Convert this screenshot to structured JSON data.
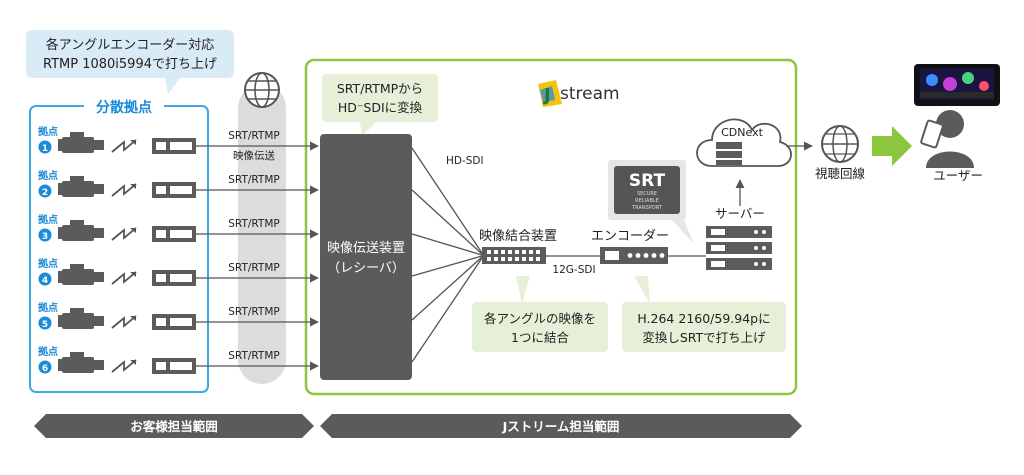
{
  "callouts": {
    "top_left": [
      "各アングルエンコーダー対応",
      "RTMP 1080i5994で打ち上げ"
    ],
    "receiver_note": [
      "SRT/RTMPから",
      "HD⁻SDIに変換"
    ],
    "combine_note": [
      "各アングルの映像を",
      "1つに結合"
    ],
    "encode_note": [
      "H.264 2160/59.94pに",
      "変換しSRTで打ち上げ"
    ]
  },
  "left_panel": {
    "title": "分散拠点",
    "site_label": "拠点",
    "sites": [
      "1",
      "2",
      "3",
      "4",
      "5",
      "6"
    ]
  },
  "links": {
    "first": [
      "SRT/RTMP",
      "映像伝送"
    ],
    "others": [
      "SRT/RTMP",
      "SRT/RTMP",
      "SRT/RTMP",
      "SRT/RTMP",
      "SRT/RTMP"
    ]
  },
  "logo": {
    "j": "J",
    "rest": "stream"
  },
  "receiver": {
    "line1": "映像伝送装置",
    "line2": "（レシーバ）"
  },
  "labels": {
    "hd_sdi": "HD-SDI",
    "combiner": "映像結合装置",
    "sdi_12g": "12G-SDI",
    "encoder": "エンコーダー",
    "server": "サーバー",
    "cdn": "CDNext",
    "network": "視聴回線",
    "user": "ユーザー"
  },
  "srt_badge": {
    "title": "SRT",
    "lines": [
      "SECURE",
      "RELIABLE",
      "TRANSPORT"
    ]
  },
  "scope": {
    "customer": "お客様担当範囲",
    "jstream": "Jストリーム担当範囲"
  },
  "colors": {
    "blue": "#3aa8e4",
    "green": "#8cc63f",
    "bubble": "#e6efd7",
    "blue_bubble": "#d9ebf7",
    "device": "#5b5b5b",
    "site_blue": "#1a8bd6"
  }
}
